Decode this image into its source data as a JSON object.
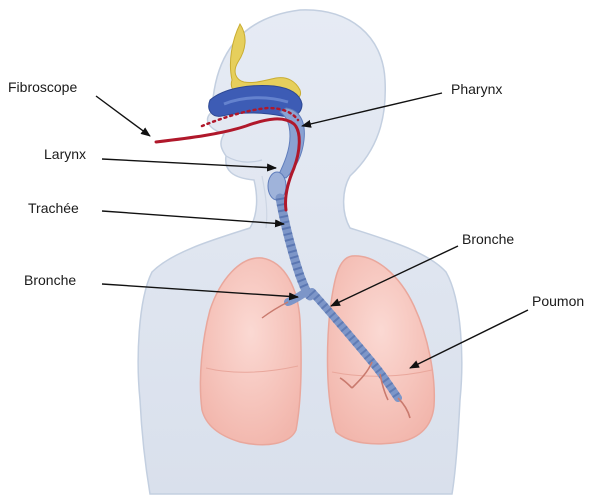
{
  "labels": {
    "fibroscope": "Fibroscope",
    "larynx": "Larynx",
    "trachee": "Trachée",
    "bronche_left": "Bronche",
    "pharynx": "Pharynx",
    "bronche_right": "Bronche",
    "poumon": "Poumon"
  },
  "colors": {
    "body": "#dde4ef",
    "body_outline": "#c3cfe0",
    "lung": "#f6c7bf",
    "lung_outline": "#e9a79c",
    "airway": "#7d96c8",
    "airway_dark": "#4d6aa8",
    "nasal_cavity": "#3d5cb5",
    "sinus": "#e6cf5c",
    "fibroscope": "#b0182b",
    "leader": "#111111"
  }
}
